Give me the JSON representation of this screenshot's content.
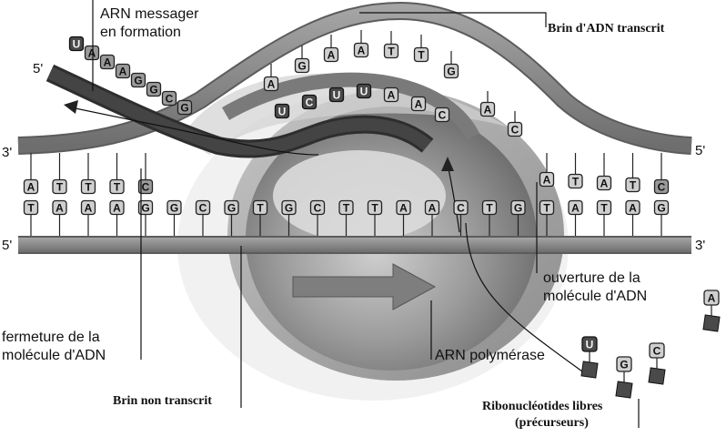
{
  "labels": {
    "mrna": [
      "ARN messager",
      "en formation"
    ],
    "template_strand": "Brin d'ADN transcrit",
    "opening": [
      "ouverture de la",
      "molécule d'ADN"
    ],
    "closing": [
      "fermeture de la",
      "molécule d'ADN"
    ],
    "polymerase": "ARN polymérase",
    "non_template": "Brin non transcrit",
    "free_nucleotides": [
      "Ribonucléotides libres",
      "(précurseurs)"
    ]
  },
  "ends": {
    "mrna_5": "5'",
    "top_left_3": "3'",
    "top_right_5": "5'",
    "bottom_left_5": "5'",
    "bottom_right_3": "3'"
  },
  "sequences": {
    "lower_strand": [
      "T",
      "A",
      "A",
      "A",
      "G",
      "G",
      "C",
      "G",
      "T",
      "G",
      "C",
      "T",
      "T",
      "A",
      "A",
      "C",
      "T",
      "G",
      "T",
      "A",
      "T",
      "A",
      "G"
    ],
    "upper_strand_left": [
      "A",
      "T",
      "T",
      "T",
      "C"
    ],
    "upper_strand_right": [
      "A",
      "T",
      "A",
      "T",
      "C"
    ],
    "mrna_leading": [
      "U",
      "A",
      "A",
      "A",
      "G",
      "G",
      "C",
      "G"
    ],
    "mrna_newly_added": [
      "U",
      "C",
      "U",
      "U"
    ],
    "template_bubble_top": [
      "A",
      "G",
      "A",
      "A",
      "T",
      "T",
      "G"
    ],
    "template_bubble_lower": [
      "A",
      "A",
      "C"
    ],
    "template_exit": [
      "A",
      "C"
    ],
    "free": [
      "U",
      "G",
      "C",
      "A"
    ]
  },
  "colors": {
    "background": "#ffffff",
    "strand": "#8c8c8c",
    "mrna": "#3a3a3a",
    "polymerase": "#8a8a8a"
  }
}
